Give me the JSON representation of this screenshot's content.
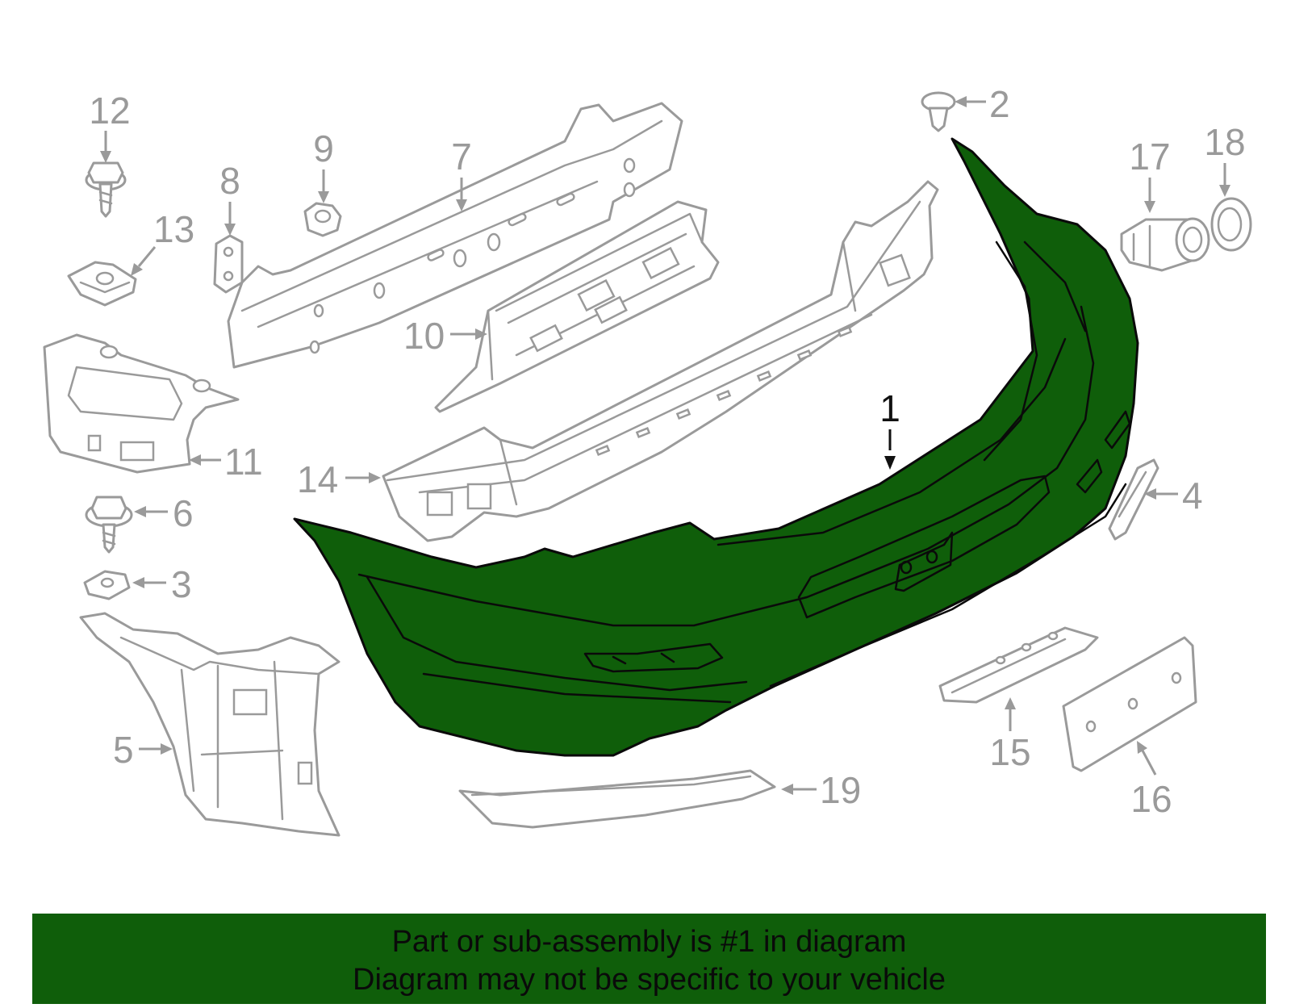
{
  "callouts": {
    "c1": "1",
    "c2": "2",
    "c3": "3",
    "c4": "4",
    "c5": "5",
    "c6": "6",
    "c7": "7",
    "c8": "8",
    "c9": "9",
    "c10": "10",
    "c11": "11",
    "c12": "12",
    "c13": "13",
    "c14": "14",
    "c15": "15",
    "c16": "16",
    "c17": "17",
    "c18": "18",
    "c19": "19"
  },
  "highlight": {
    "part_number": "1",
    "color": "#0f5e0a"
  },
  "colors": {
    "outline": "#9a9a9a",
    "highlight_fill": "#0f5e0a",
    "banner_background": "#0f5e0a",
    "text": "#0a0a0a"
  },
  "banner": {
    "line1": "Part or sub-assembly is #1 in diagram",
    "line2": "Diagram may not be specific to your vehicle"
  }
}
